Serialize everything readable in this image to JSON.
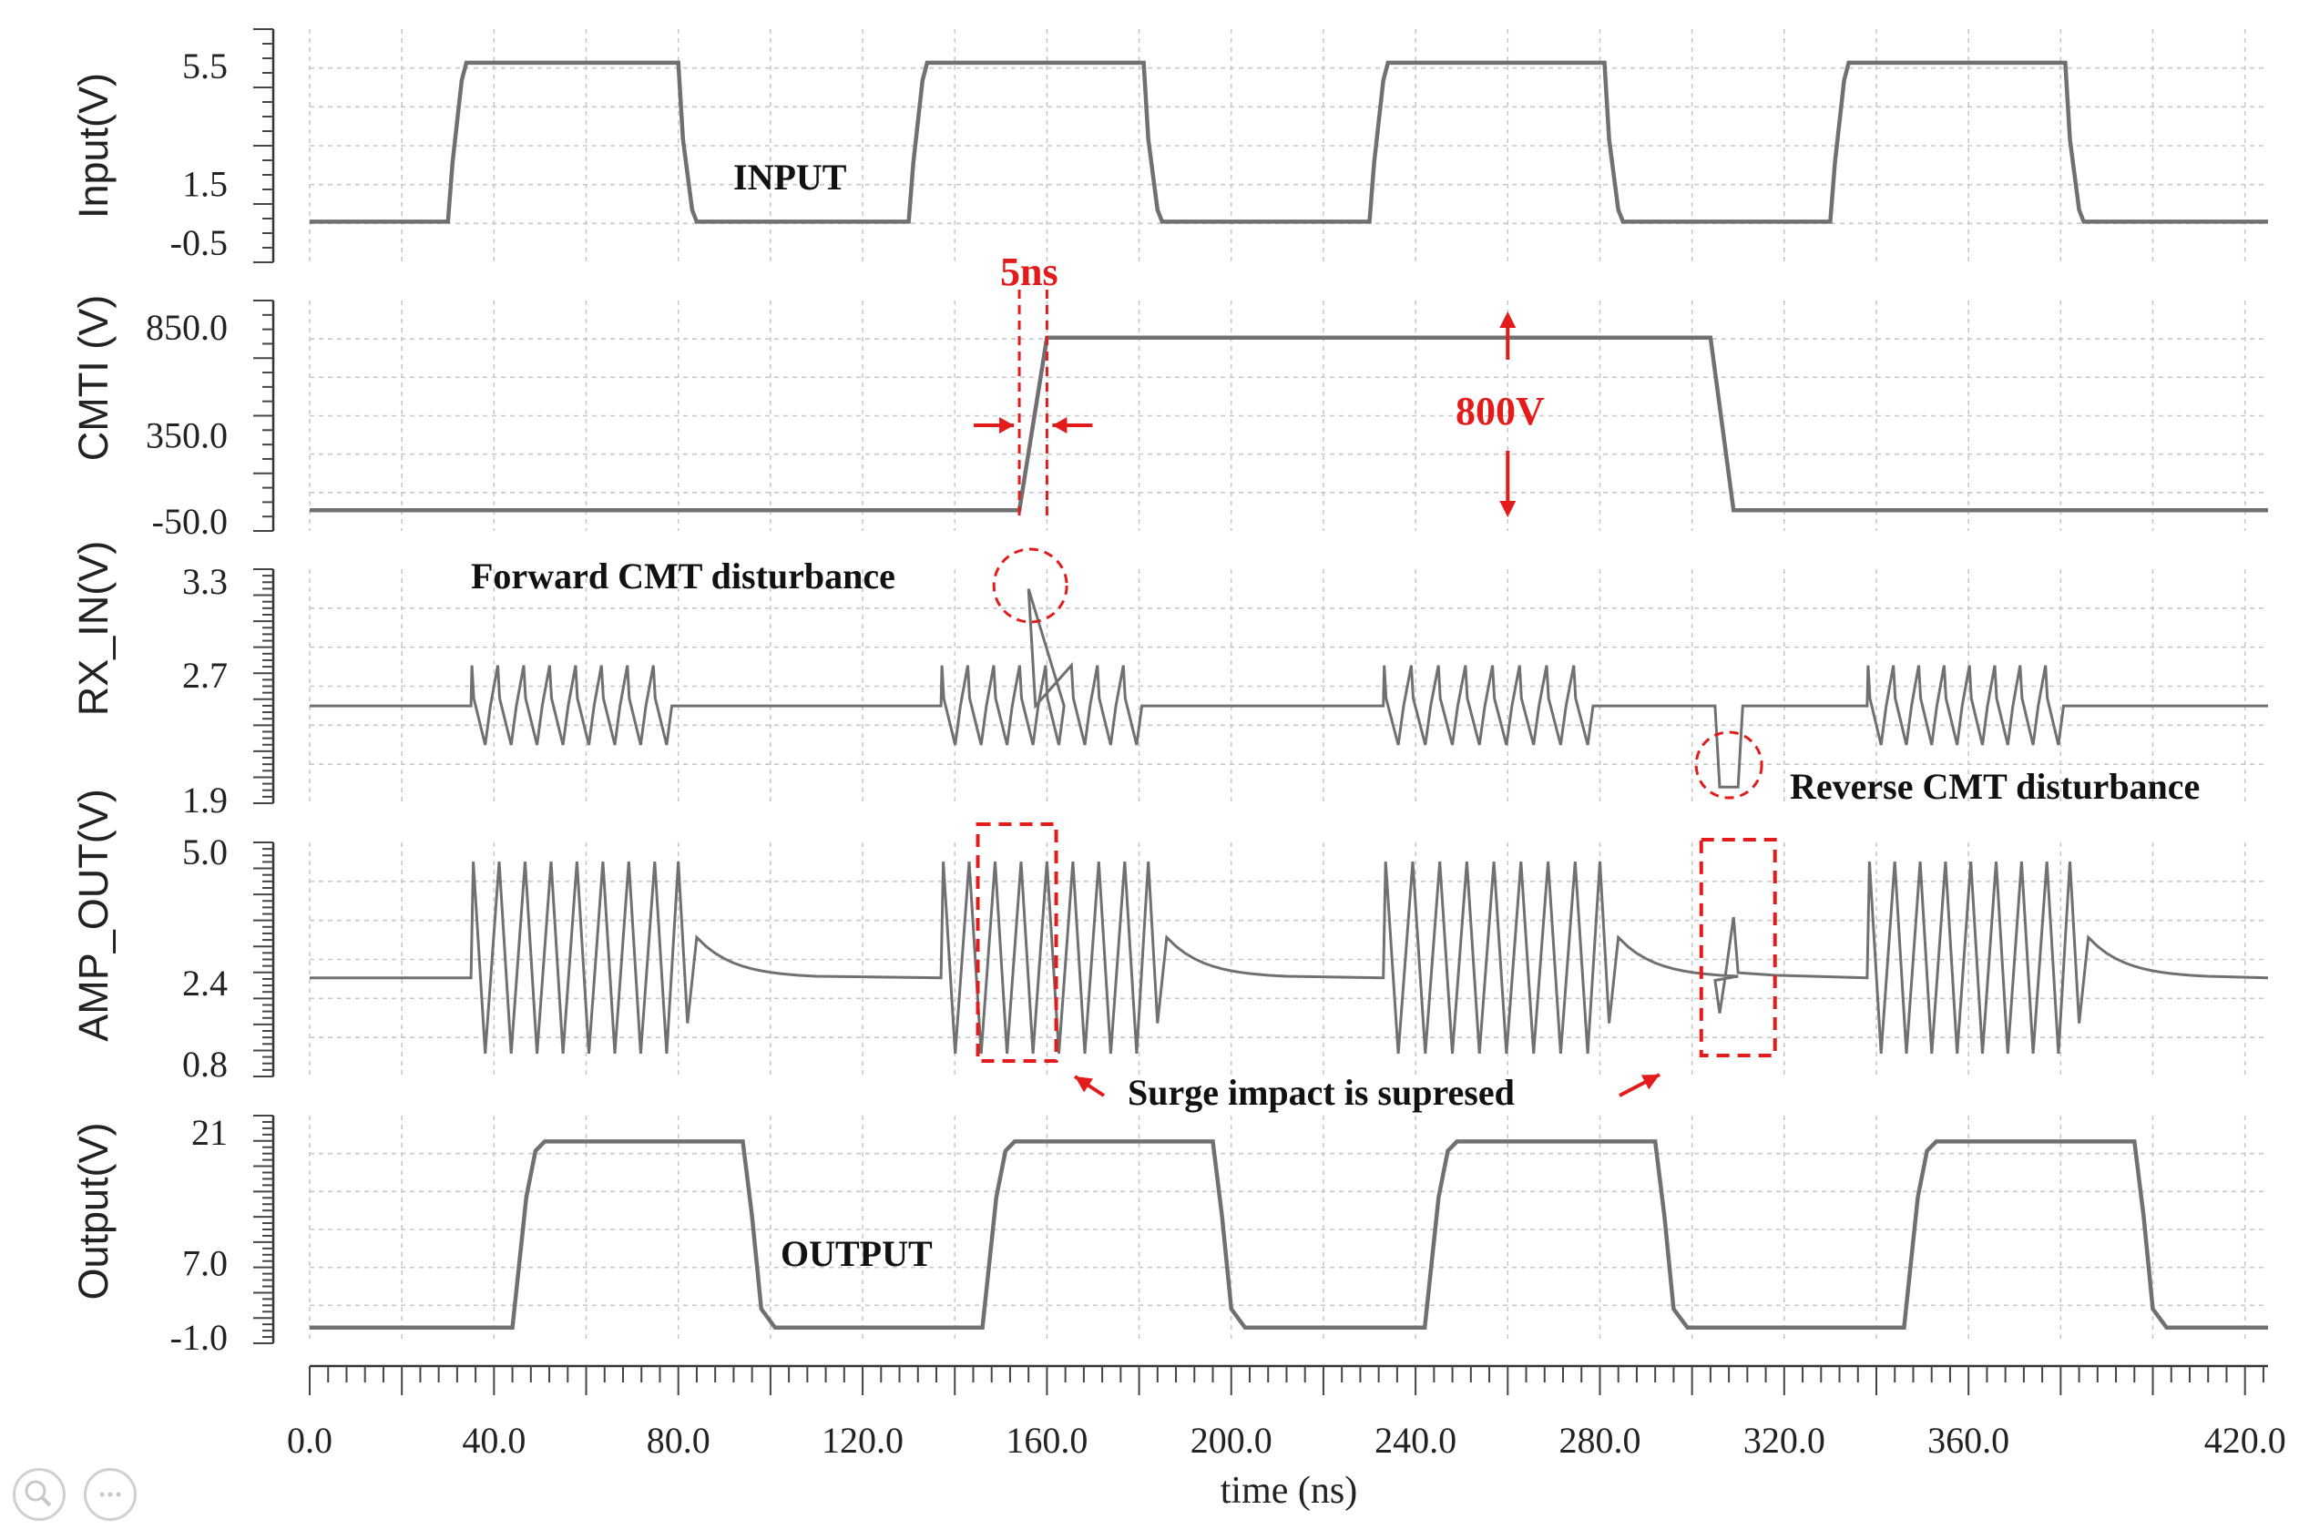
{
  "chart_data": {
    "type": "line",
    "shared_x": {
      "label": "time (ns)",
      "range": [
        0,
        425
      ],
      "tick_values": [
        0,
        40,
        80,
        120,
        160,
        200,
        240,
        280,
        320,
        360,
        420
      ],
      "tick_labels": [
        "0.0",
        "40.0",
        "80.0",
        "120.0",
        "160.0",
        "200.0",
        "240.0",
        "280.0",
        "320.0",
        "360.0",
        "420.0"
      ]
    },
    "panels": [
      {
        "id": "input",
        "ylabel": "Input(V)",
        "ylim": [
          -0.5,
          6
        ],
        "tick_values": [
          5.5,
          1.5,
          -0.5
        ],
        "tick_labels": [
          "5.5",
          "1.5",
          "-0.5"
        ],
        "label_text": "INPUT",
        "series": {
          "x": [
            0,
            30,
            31,
            33,
            34,
            80,
            81,
            83,
            84,
            130,
            131,
            133,
            134,
            181,
            182,
            184,
            185,
            230,
            231,
            233,
            234,
            281,
            282,
            284,
            285,
            330,
            331,
            333,
            334,
            381,
            382,
            384,
            385,
            425
          ],
          "y": [
            0.2,
            0.2,
            2.2,
            5.0,
            5.6,
            5.6,
            3.0,
            0.6,
            0.2,
            0.2,
            2.2,
            5.0,
            5.6,
            5.6,
            3.0,
            0.6,
            0.2,
            0.2,
            2.2,
            5.0,
            5.6,
            5.6,
            3.0,
            0.6,
            0.2,
            0.2,
            2.2,
            5.0,
            5.6,
            5.6,
            3.0,
            0.6,
            0.2,
            0.2
          ]
        }
      },
      {
        "id": "cmti",
        "ylabel": "CMTI (V)",
        "ylim": [
          -50,
          900
        ],
        "tick_values": [
          850,
          350,
          -50
        ],
        "tick_labels": [
          "850.0",
          "350.0",
          "-50.0"
        ],
        "label_5ns": "5ns",
        "label_800v": "800V",
        "series": {
          "x": [
            0,
            154,
            160,
            304,
            309,
            425
          ],
          "y": [
            0,
            0,
            800,
            800,
            0,
            0
          ]
        }
      },
      {
        "id": "rx_in",
        "ylabel": "RX_IN(V)",
        "ylim": [
          1.9,
          3.3
        ],
        "tick_values": [
          3.3,
          2.7,
          1.9
        ],
        "tick_labels": [
          "3.3",
          "2.7",
          "1.9"
        ],
        "annotation_forward": "Forward CMT disturbance",
        "annotation_reverse": "Reverse CMT disturbance",
        "baseline": 2.5,
        "bursts": [
          {
            "start": 35,
            "end": 80,
            "pulses": 8
          },
          {
            "start": 137,
            "end": 182,
            "pulses": 8
          },
          {
            "start": 233,
            "end": 280,
            "pulses": 8
          },
          {
            "start": 338,
            "end": 382,
            "pulses": 8
          }
        ],
        "pulse_high": 2.76,
        "pulse_low": 2.25,
        "forward_spike": {
          "x": 156,
          "y": 3.25
        },
        "reverse_dip": {
          "x_start": 305,
          "x_end": 311,
          "y": 1.98
        }
      },
      {
        "id": "amp_out",
        "ylabel": "AMP_OUT(V)",
        "ylim": [
          0.8,
          5.0
        ],
        "tick_values": [
          5.0,
          2.4,
          0.8
        ],
        "tick_labels": [
          "5.0",
          "2.4",
          "0.8"
        ],
        "annotation": "Surge impact is supresed",
        "baseline": 2.5,
        "pulse_high": 4.8,
        "pulse_low": 1.0,
        "bursts": [
          {
            "start": 35,
            "end": 80,
            "pulses": 8
          },
          {
            "start": 137,
            "end": 182,
            "pulses": 8
          },
          {
            "start": 233,
            "end": 280,
            "pulses": 8
          },
          {
            "start": 338,
            "end": 382,
            "pulses": 8
          }
        ]
      },
      {
        "id": "output",
        "ylabel": "Output(V)",
        "ylim": [
          -1,
          22
        ],
        "tick_values": [
          21,
          7.0,
          -1.0
        ],
        "tick_labels": [
          "21",
          "7.0",
          "-1.0"
        ],
        "label_text": "OUTPUT",
        "series": {
          "x": [
            0,
            44,
            47,
            49,
            51,
            94,
            96,
            98,
            101,
            146,
            149,
            151,
            153,
            196,
            198,
            200,
            203,
            242,
            245,
            247,
            249,
            292,
            294,
            296,
            299,
            346,
            349,
            351,
            353,
            396,
            398,
            400,
            403,
            425
          ],
          "y": [
            0,
            0,
            14,
            19,
            20,
            20,
            12,
            2,
            0,
            0,
            14,
            19,
            20,
            20,
            12,
            2,
            0,
            0,
            14,
            19,
            20,
            20,
            12,
            2,
            0,
            0,
            14,
            19,
            20,
            20,
            12,
            2,
            0,
            0
          ]
        }
      }
    ],
    "colors": {
      "trace": "#707070",
      "annotation": "#e31b1b",
      "grid": "#c8c8c8"
    }
  }
}
